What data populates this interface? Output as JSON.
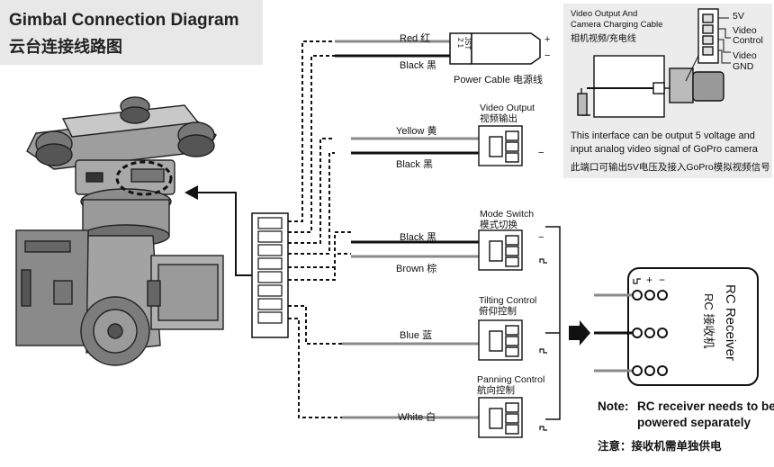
{
  "title": {
    "en": "Gimbal Connection Diagram",
    "cn": "云台连接线路图"
  },
  "power": {
    "wire_top": "Red 红",
    "wire_bottom": "Black 黑",
    "caption": "Power Cable 电源线",
    "plug_text": "JST",
    "pins": "2 1",
    "plus": "+",
    "minus": "−"
  },
  "video": {
    "title_en": "Video Output",
    "title_cn": "视频输出",
    "wire_top": "Yellow 黄",
    "wire_bottom": "Black 黑",
    "minus": "−"
  },
  "mode": {
    "title_en": "Mode Switch",
    "title_cn": "模式切换",
    "wire_top": "Black 黑",
    "wire_bottom": "Brown 棕",
    "minus": "−"
  },
  "tilt": {
    "title_en": "Tilting Control",
    "title_cn": "俯仰控制"
  },
  "pan": {
    "title_en": "Panning Control",
    "title_cn": "航向控制",
    "wire": "White 白"
  },
  "blue_wire": "Blue 蓝",
  "inset": {
    "cable_en_1": "Video Output And",
    "cable_en_2": "Camera Charging Cable",
    "cable_cn": "相机视频/充电线",
    "pin_5v": "5V",
    "pin_video_control_1": "Video",
    "pin_video_control_2": "Control",
    "pin_video": "Video",
    "pin_gnd": "GND",
    "desc_en_1": "This interface can be output 5 voltage and",
    "desc_en_2": "input analog video signal of GoPro camera",
    "desc_cn": "此端口可输出5V电压及接入GoPro模拟视频信号"
  },
  "receiver": {
    "title_en": "RC Receiver",
    "title_cn": "RC 接收机",
    "col_minus": "−",
    "col_plus": "+"
  },
  "note": {
    "label": "Note:",
    "text_1": "RC receiver needs to be",
    "text_2": "powered separately",
    "cn": "注意：接收机需单独供电"
  },
  "colors": {
    "title_bg": "#e8e8e8",
    "inset_bg": "#ececec",
    "wire_red_gray": "#888888",
    "wire_black": "#111111"
  }
}
